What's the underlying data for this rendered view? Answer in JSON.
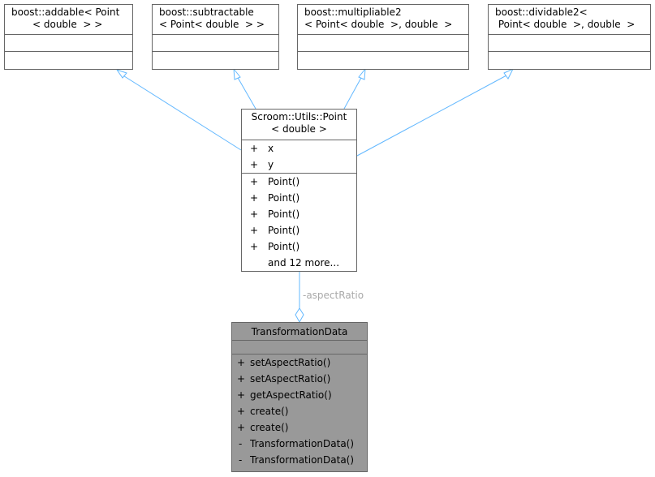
{
  "base_classes": [
    {
      "title_line1": "boost::addable< Point",
      "title_line2": "< double  > >"
    },
    {
      "title_line1": "boost::subtractable",
      "title_line2": "< Point< double  > >"
    },
    {
      "title_line1": "boost::multipliable2",
      "title_line2": "< Point< double  >, double  >"
    },
    {
      "title_line1": "boost::dividable2<",
      "title_line2": " Point< double  >, double  >"
    }
  ],
  "point_class": {
    "title_line1": "Scroom::Utils::Point",
    "title_line2": "< double >",
    "attributes": [
      {
        "vis": "+",
        "name": "x"
      },
      {
        "vis": "+",
        "name": "y"
      }
    ],
    "methods": [
      {
        "vis": "+",
        "name": "Point()"
      },
      {
        "vis": "+",
        "name": "Point()"
      },
      {
        "vis": "+",
        "name": "Point()"
      },
      {
        "vis": "+",
        "name": "Point()"
      },
      {
        "vis": "+",
        "name": "Point()"
      }
    ],
    "more": "and 12 more..."
  },
  "relation_label": "-aspectRatio",
  "main_class": {
    "title": "TransformationData",
    "methods": [
      {
        "vis": "+",
        "name": "setAspectRatio()"
      },
      {
        "vis": "+",
        "name": "setAspectRatio()"
      },
      {
        "vis": "+",
        "name": "getAspectRatio()"
      },
      {
        "vis": "+",
        "name": "create()"
      },
      {
        "vis": "+",
        "name": "create()"
      },
      {
        "vis": "-",
        "name": "TransformationData()"
      },
      {
        "vis": "-",
        "name": "TransformationData()"
      }
    ]
  },
  "colors": {
    "edge": "#63b8ff",
    "border": "#666666",
    "main_fill": "#999999",
    "label": "#a9a9a9"
  }
}
